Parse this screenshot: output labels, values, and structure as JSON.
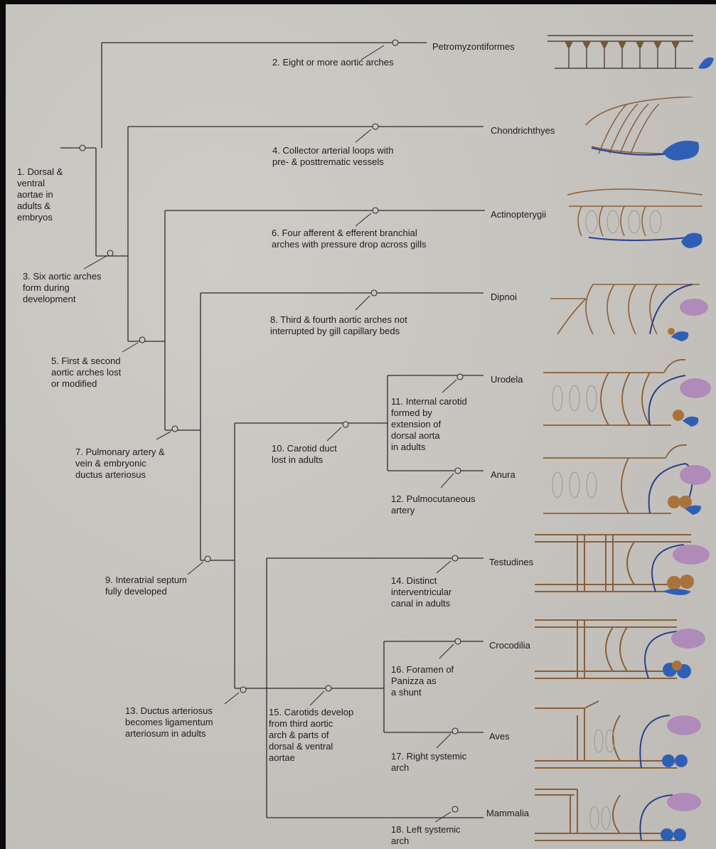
{
  "taxa": {
    "petromyzontiformes": "Petromyzontiformes",
    "chondrichthyes": "Chondrichthyes",
    "actinopterygii": "Actinopterygii",
    "dipnoi": "Dipnoi",
    "urodela": "Urodela",
    "anura": "Anura",
    "testudines": "Testudines",
    "crocodilia": "Crocodilia",
    "aves": "Aves",
    "mammalia": "Mammalia"
  },
  "characters": {
    "c1": "1. Dorsal &\nventral\naortae in\nadults &\nembryos",
    "c2": "2. Eight or more aortic arches",
    "c3": "3. Six aortic arches\nform during\ndevelopment",
    "c4": "4. Collector arterial loops with\npre- & posttrematic vessels",
    "c5": "5. First & second\naortic arches lost\nor modified",
    "c6": "6. Four afferent & efferent branchial\narches with pressure drop across gills",
    "c7": "7. Pulmonary artery &\nvein & embryonic\nductus arteriosus",
    "c8": "8. Third & fourth aortic arches not\ninterrupted by gill capillary beds",
    "c9": "9. Interatrial septum\nfully developed",
    "c10": "10. Carotid duct\nlost in adults",
    "c11": "11. Internal carotid\nformed by\nextension of\ndorsal aorta\nin adults",
    "c12": "12. Pulmocutaneous\nartery",
    "c13": "13. Ductus arteriosus\nbecomes ligamentum\narteriosum in adults",
    "c14": "14. Distinct\ninterventricular\ncanal in adults",
    "c15": "15. Carotids develop\nfrom third aortic\narch & parts of\ndorsal & ventral\naortae",
    "c16": "16. Foramen of\nPanizza as\na shunt",
    "c17": "17. Right systemic\narch",
    "c18": "18. Left systemic\narch"
  },
  "colors": {
    "page": "#c9c6c1",
    "line": "#2a2a2a",
    "artery": "#a8733a",
    "vein": "#2b3f8c",
    "heart_blue": "#2f5fb5",
    "heart_purple": "#b08ab8"
  }
}
